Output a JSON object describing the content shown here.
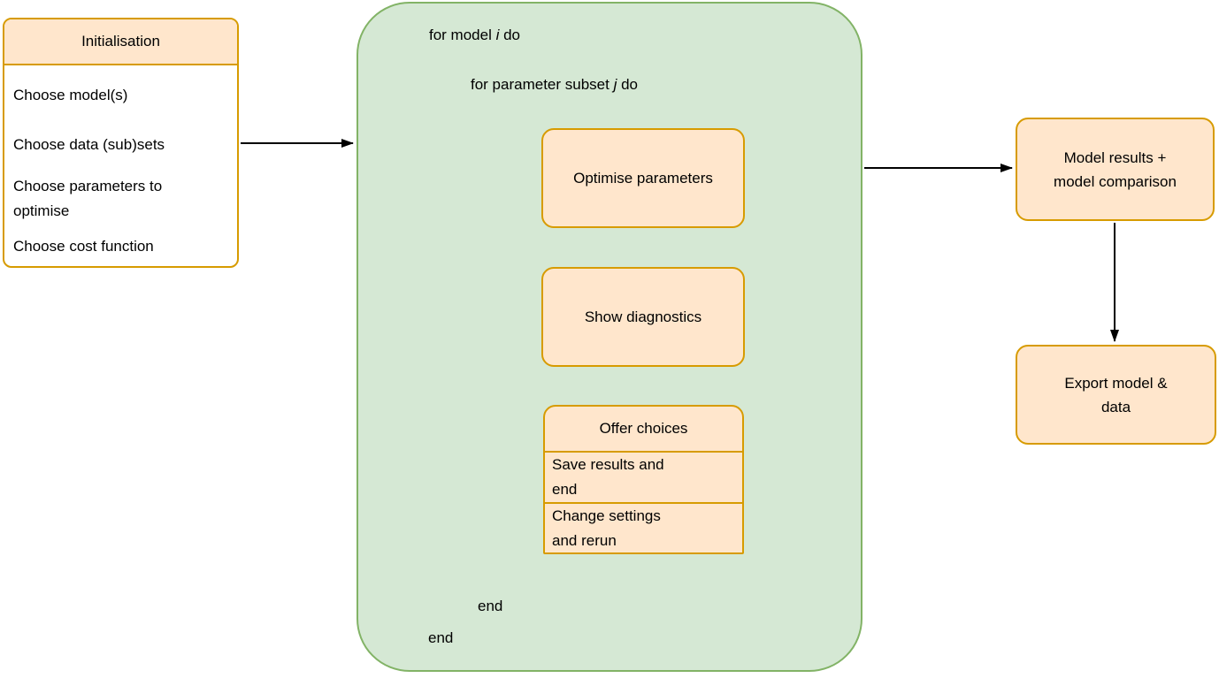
{
  "colors": {
    "node_fill": "#ffe6cc",
    "node_border": "#d79b00",
    "loop_fill": "#d5e8d4",
    "loop_border": "#82b366",
    "arrow": "#000000",
    "text": "#000000"
  },
  "init": {
    "title": "Initialisation",
    "items": [
      "Choose model(s)",
      "Choose data (sub)sets",
      "Choose parameters to\noptimise",
      "Choose cost function"
    ]
  },
  "loops": {
    "outer": {
      "prefix": "for model ",
      "variable": "i",
      "suffix": " do",
      "end": "end"
    },
    "inner": {
      "prefix": "for parameter subset ",
      "variable": "j",
      "suffix": " do",
      "end": "end"
    }
  },
  "steps": {
    "optimise": "Optimise parameters",
    "diagnostics": "Show diagnostics"
  },
  "choices": {
    "title": "Offer choices",
    "options": [
      "Save results and\nend",
      "Change settings\nand rerun"
    ]
  },
  "outputs": {
    "results": "Model results +\nmodel comparison",
    "export": "Export model &\ndata"
  }
}
